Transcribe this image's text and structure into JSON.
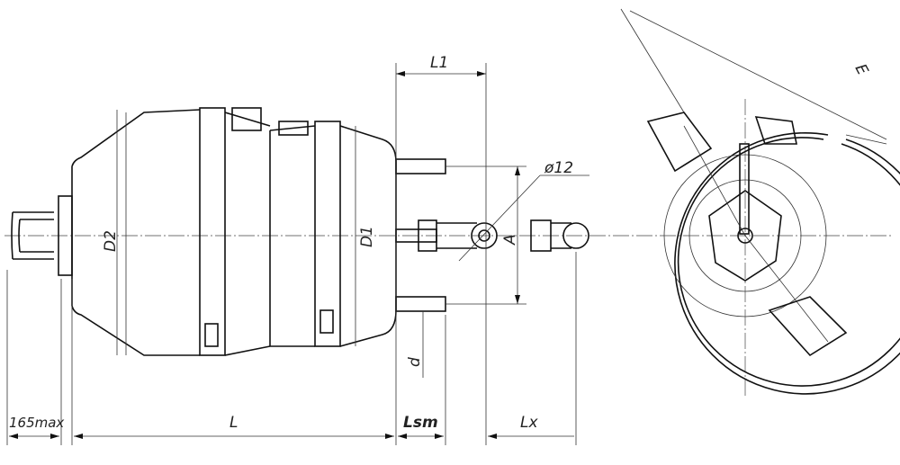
{
  "drawing": {
    "dimensions": {
      "l1": "L1",
      "e": "E",
      "diameter_pin": "ø12",
      "d2": "D2",
      "d1": "D1",
      "a": "A",
      "d": "d",
      "max_stroke": "165max",
      "l": "L",
      "lsm": "Lsm",
      "lx": "Lx"
    }
  }
}
